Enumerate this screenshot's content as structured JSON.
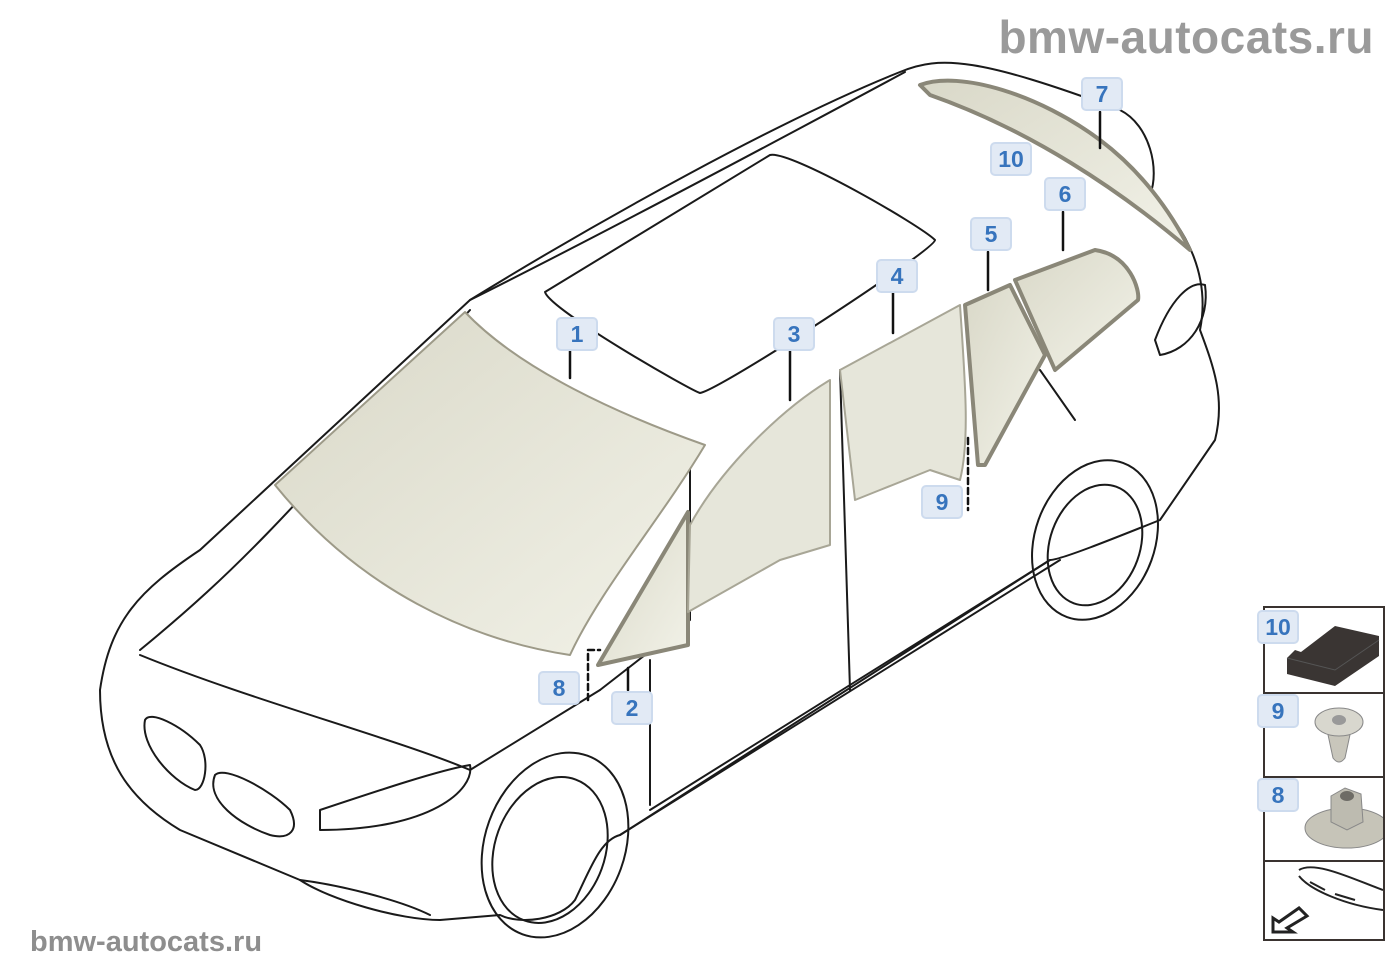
{
  "watermark": {
    "top": "bmw-autocats.ru",
    "bottom": "bmw-autocats.ru"
  },
  "callouts": [
    {
      "number": "1",
      "part": "windscreen"
    },
    {
      "number": "2",
      "part": "front-quarter-glass"
    },
    {
      "number": "3",
      "part": "front-door-window"
    },
    {
      "number": "4",
      "part": "rear-door-window"
    },
    {
      "number": "5",
      "part": "rear-door-fixed-glass"
    },
    {
      "number": "6",
      "part": "side-window-rear"
    },
    {
      "number": "7",
      "part": "rear-window"
    },
    {
      "number": "8",
      "part": "nut"
    },
    {
      "number": "9",
      "part": "clip"
    },
    {
      "number": "10",
      "part": "pad"
    }
  ],
  "legend_panel": [
    {
      "number": "10",
      "icon": "pad-icon"
    },
    {
      "number": "9",
      "icon": "clip-icon"
    },
    {
      "number": "8",
      "icon": "nut-icon"
    },
    {
      "number": "",
      "icon": "back-to-vehicle-arrow-icon"
    }
  ]
}
